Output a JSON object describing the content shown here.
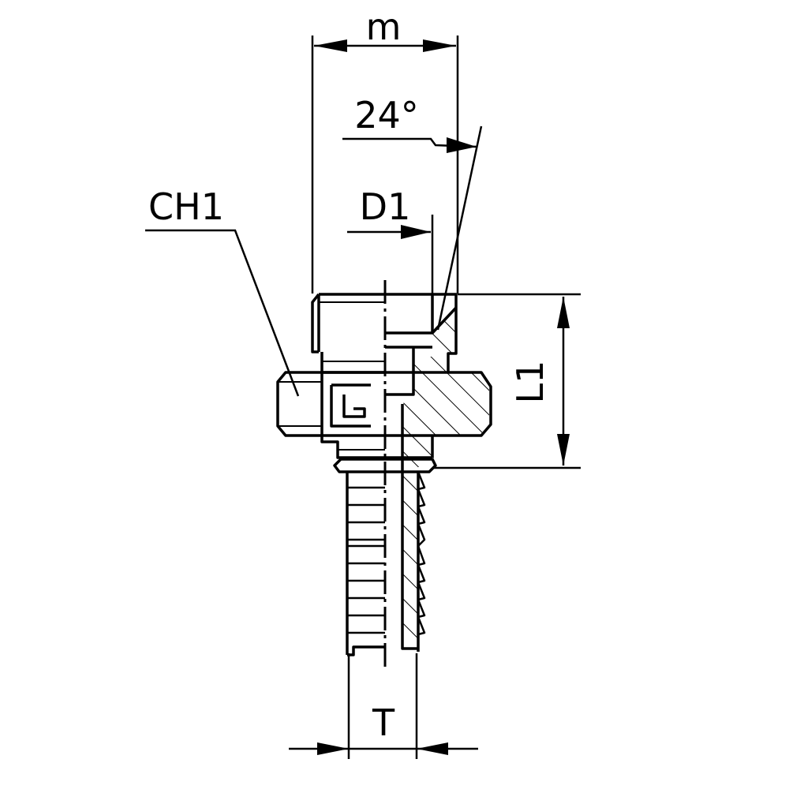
{
  "diagram": {
    "labels": {
      "m": "m",
      "angle": "24°",
      "d1": "D1",
      "ch1": "CH1",
      "l1": "L1",
      "t": "T"
    },
    "colors": {
      "stroke": "#000000",
      "background": "#ffffff"
    }
  }
}
